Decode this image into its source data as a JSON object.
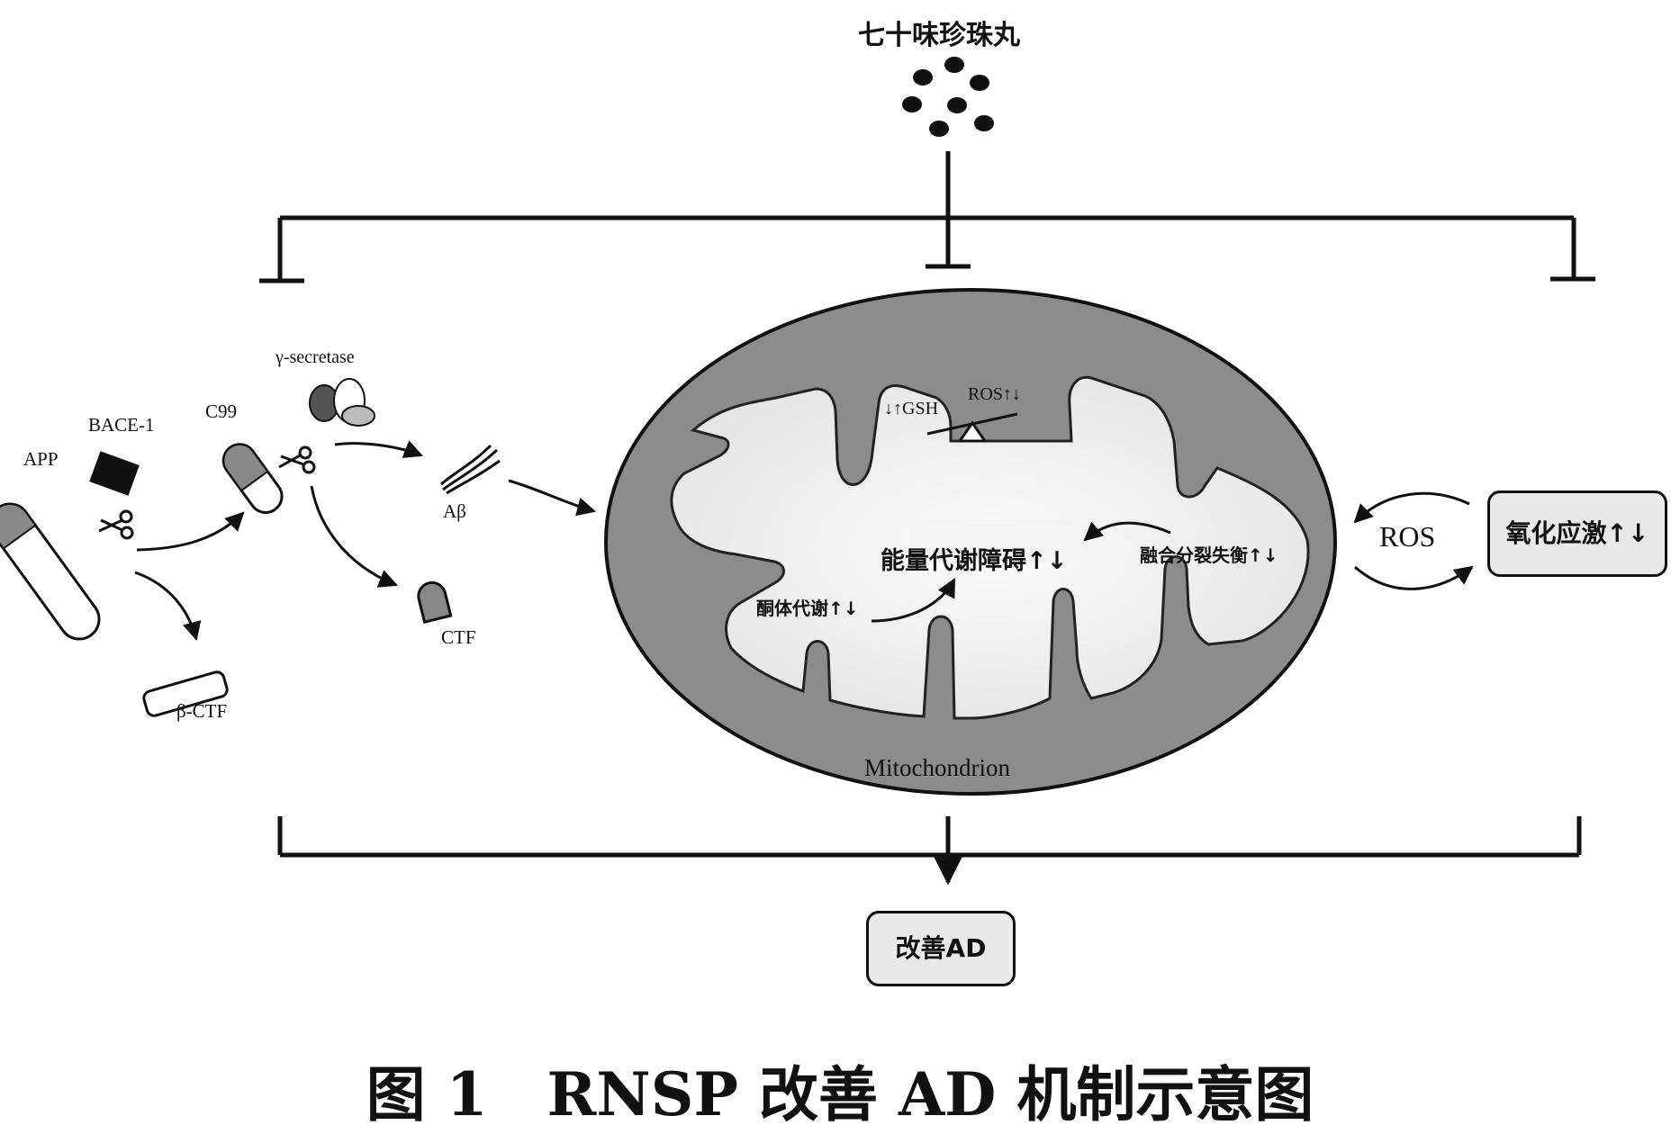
{
  "figure": {
    "top_label": "七十味珍珠丸",
    "caption": "图 1　RNSP 改善 AD 机制示意图"
  },
  "amyloid_pathway": {
    "app": "APP",
    "bace1": "BACE-1",
    "c99": "C99",
    "gamma_secretase": "γ-secretase",
    "abeta": "Aβ",
    "beta_ctf": "β-CTF",
    "ctf": "CTF"
  },
  "mitochondrion": {
    "name": "Mitochondrion",
    "balance": {
      "gsh": "↓↑GSH",
      "ros": "ROS↑↓"
    },
    "energy_disorder": "能量代谢障碍↑↓",
    "fusion_fission": "融合分裂失衡↑↓",
    "ketone_metabolism": "酮体代谢↑↓"
  },
  "oxidative_stress": {
    "ros": "ROS",
    "box_label": "氧化应激↑↓"
  },
  "outcome": {
    "label": "改善AD"
  },
  "colors": {
    "ink": "#111111",
    "membrane": "#8c8c8c",
    "matrix": "#efefef",
    "box_fill": "#e9e9e9"
  }
}
